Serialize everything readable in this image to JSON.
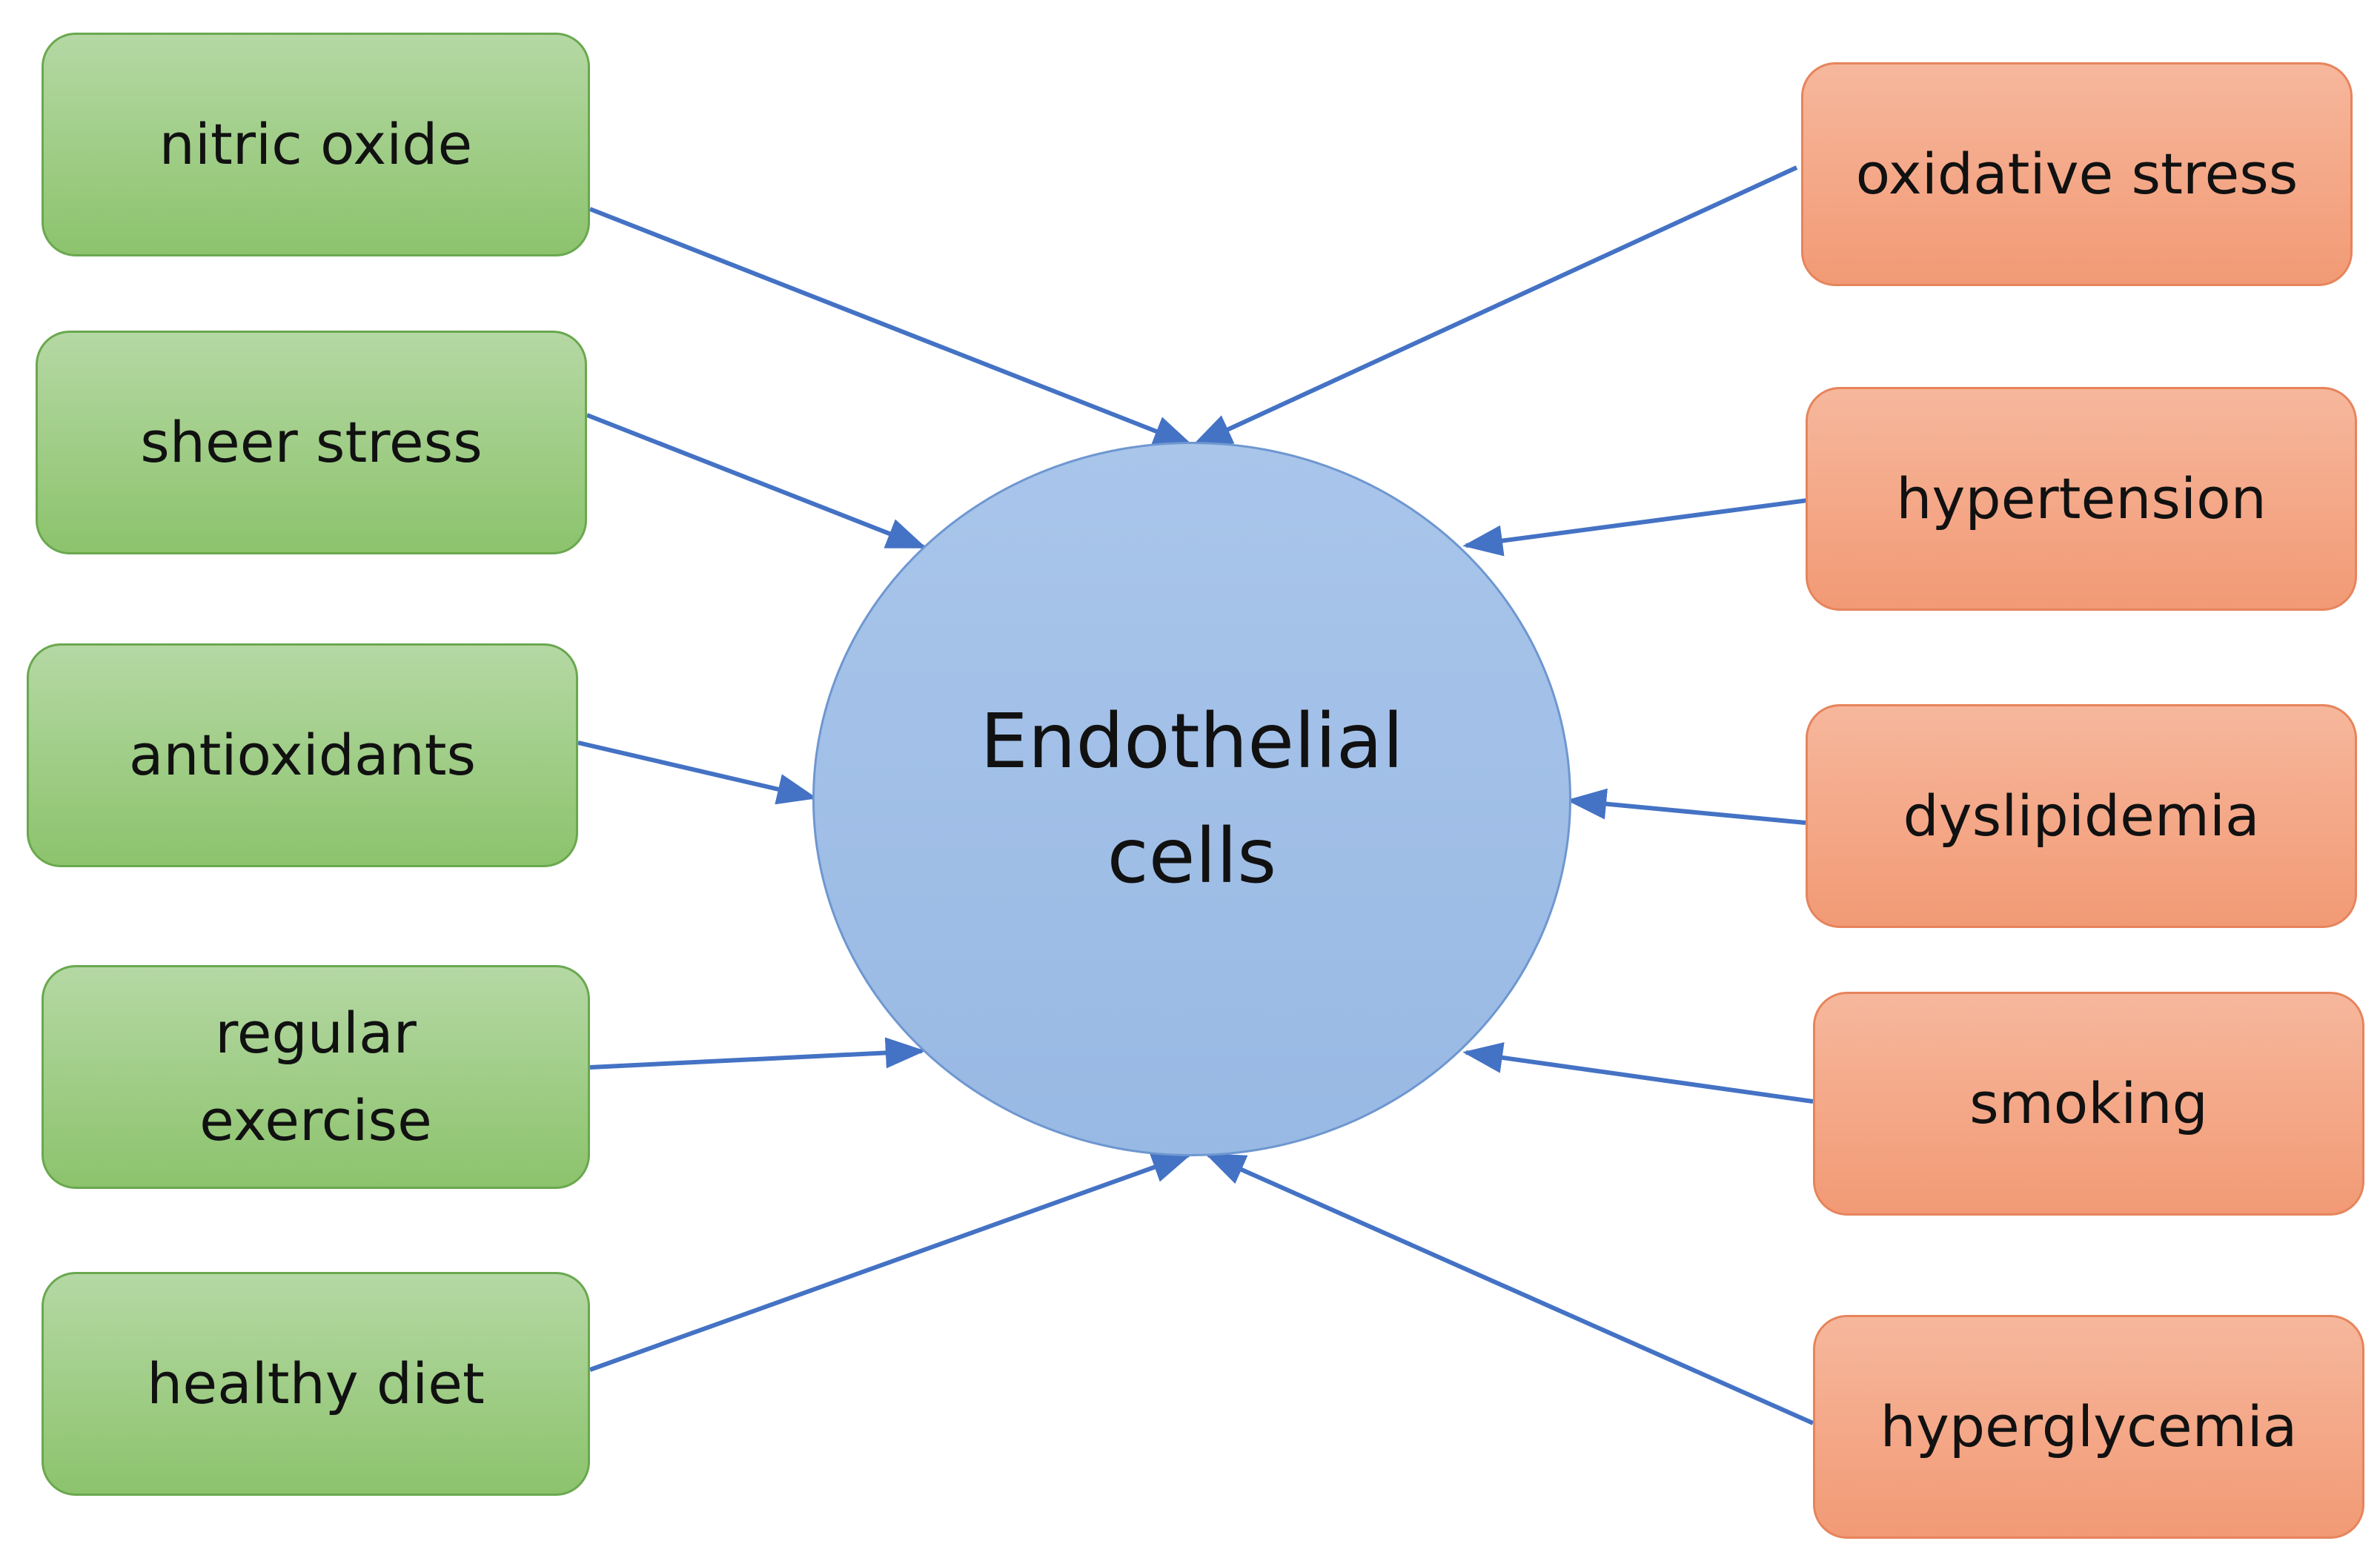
{
  "center": {
    "label": "Endothelial\ncells",
    "color": "#9dbde6"
  },
  "protective_factors": {
    "color": "#9ccc80",
    "items": [
      {
        "label": "nitric oxide"
      },
      {
        "label": "sheer stress"
      },
      {
        "label": "antioxidants"
      },
      {
        "label": "regular\nexercise"
      },
      {
        "label": "healthy diet"
      }
    ]
  },
  "risk_factors": {
    "color": "#f4a886",
    "items": [
      {
        "label": "oxidative stress"
      },
      {
        "label": "hypertension"
      },
      {
        "label": "dyslipidemia"
      },
      {
        "label": "smoking"
      },
      {
        "label": "hyperglycemia"
      }
    ]
  },
  "arrow_color": "#4472c4"
}
